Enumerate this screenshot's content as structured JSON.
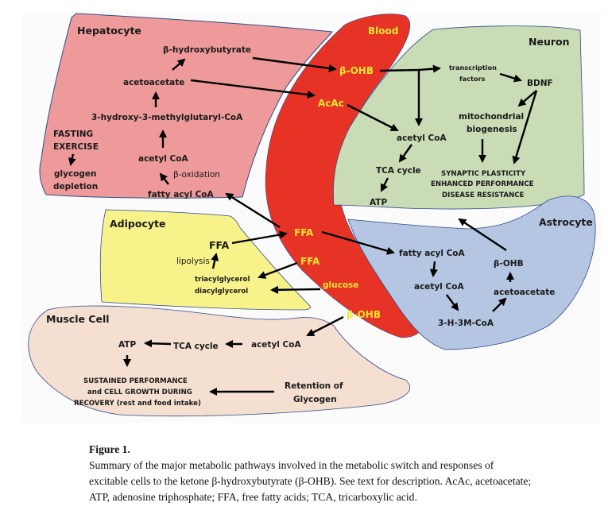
{
  "figure": {
    "regions": {
      "hepatocyte": {
        "title": "Hepatocyte",
        "color": "#ef9a9a"
      },
      "blood": {
        "title": "Blood",
        "color": "#e63325"
      },
      "neuron": {
        "title": "Neuron",
        "color": "#c9dcb5"
      },
      "adipocyte": {
        "title": "Adipocyte",
        "color": "#f8f28a"
      },
      "astrocyte": {
        "title": "Astrocyte",
        "color": "#b5c6e3"
      },
      "muscle": {
        "title": "Muscle Cell",
        "color": "#f4dfd0"
      }
    },
    "hepatocyte": {
      "bhb": "β-hydroxybutyrate",
      "acetoacetate": "acetoacetate",
      "hmg": "3-hydroxy-3-methylglutaryl-CoA",
      "fasting": "FASTING",
      "exercise": "EXERCISE",
      "glycogen": "glycogen",
      "depletion": "depletion",
      "acetyl_coa": "acetyl CoA",
      "beta_oxidation": "β-oxidation",
      "fatty_acyl_coa": "fatty acyl CoA"
    },
    "blood": {
      "bhb_top": "β-OHB",
      "acac": "AcAc",
      "ffa_1": "FFA",
      "ffa_2": "FFA",
      "glucose": "glucose",
      "bhb_bottom": "β-OHB"
    },
    "neuron": {
      "transcription": "transcription",
      "factors": "factors",
      "bdnf": "BDNF",
      "mito": "mitochondrial",
      "biogenesis": "biogenesis",
      "acetyl_coa": "acetyl CoA",
      "tca": "TCA cycle",
      "atp": "ATP",
      "outcome_1": "SYNAPTIC PLASTICITY",
      "outcome_2": "ENHANCED PERFORMANCE",
      "outcome_3": "DISEASE RESISTANCE"
    },
    "adipocyte": {
      "ffa": "FFA",
      "lipolysis": "lipolysis",
      "tag": "triacylglycerol",
      "dag": "diacylglycerol"
    },
    "astrocyte": {
      "fatty_acyl_coa": "fatty acyl CoA",
      "acetyl_coa": "acetyl CoA",
      "hmg": "3-H-3M-CoA",
      "acetoacetate": "acetoacetate",
      "bhb": "β-OHB"
    },
    "muscle": {
      "atp": "ATP",
      "tca": "TCA cycle",
      "acetyl_coa": "acetyl CoA",
      "outcome_1": "SUSTAINED PERFORMANCE",
      "outcome_2": "and CELL GROWTH DURING",
      "outcome_3": "RECOVERY (rest and food intake)",
      "retention_1": "Retention of",
      "retention_2": "Glycogen"
    }
  },
  "caption": {
    "title": "Figure 1.",
    "text": "Summary of the major metabolic pathways involved in the metabolic switch and responses of excitable cells to the ketone β-hydroxybutyrate (β-OHB). See text for description. AcAc, acetoacetate; ATP, adenosine triphosphate; FFA, free fatty acids; TCA, tricarboxylic acid."
  }
}
